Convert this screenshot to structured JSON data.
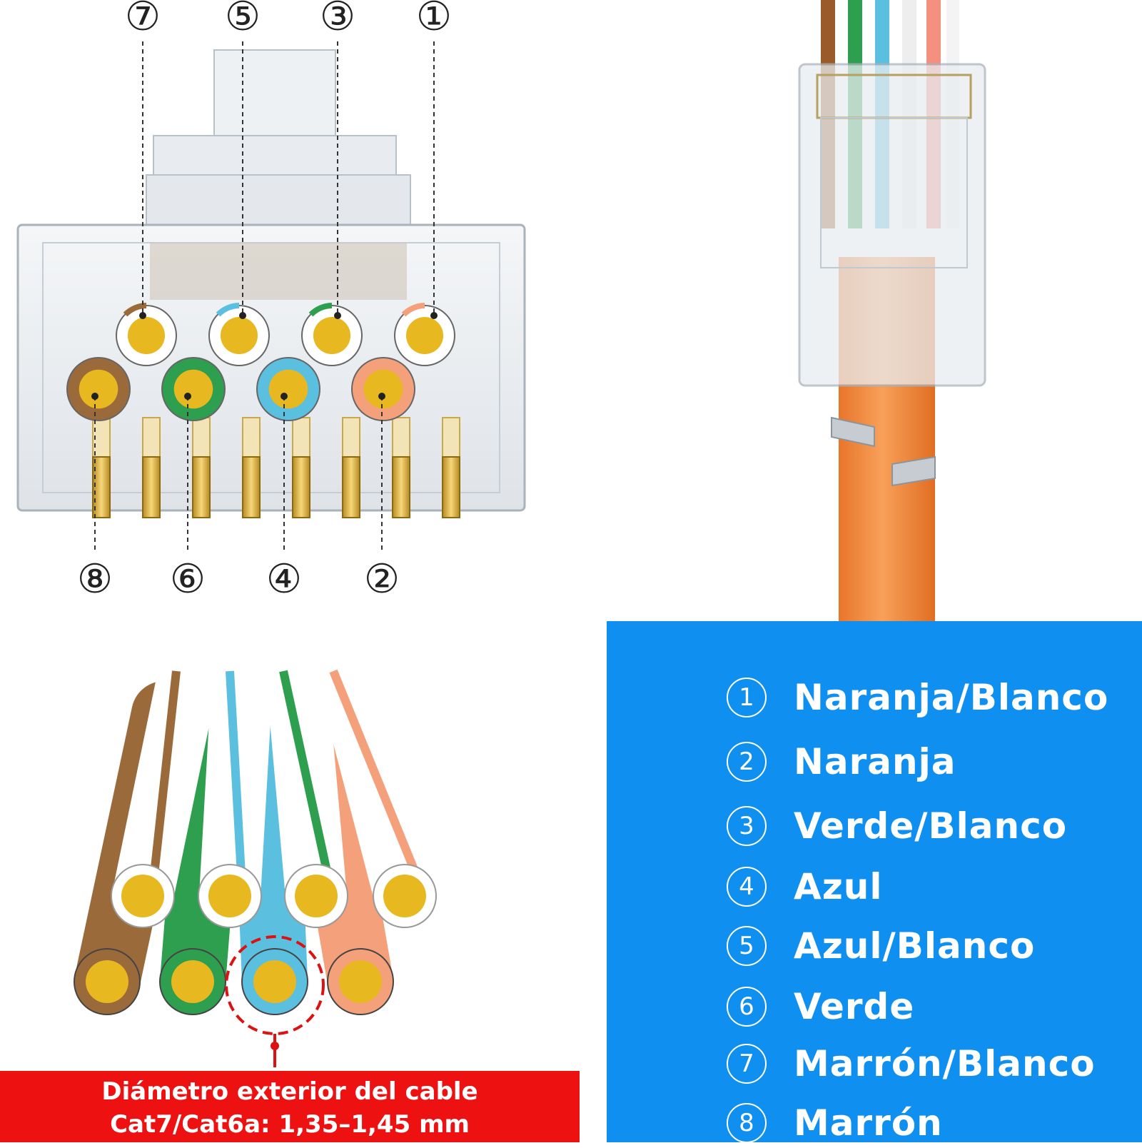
{
  "pin_callouts": {
    "top": [
      "⑦",
      "⑤",
      "③",
      "①"
    ],
    "bottom": [
      "⑧",
      "⑥",
      "④",
      "②"
    ]
  },
  "legend": {
    "items": [
      {
        "num": "1",
        "label": "Naranja/Blanco",
        "color": "#f4a07a",
        "striped": true
      },
      {
        "num": "2",
        "label": "Naranja",
        "color": "#f4a07a",
        "striped": false
      },
      {
        "num": "3",
        "label": "Verde/Blanco",
        "color": "#2e9e4f",
        "striped": true
      },
      {
        "num": "4",
        "label": "Azul",
        "color": "#5bbfe0",
        "striped": false
      },
      {
        "num": "5",
        "label": "Azul/Blanco",
        "color": "#5bbfe0",
        "striped": true
      },
      {
        "num": "6",
        "label": "Verde",
        "color": "#2e9e4f",
        "striped": false
      },
      {
        "num": "7",
        "label": "Marrón/Blanco",
        "color": "#9a6a3a",
        "striped": true
      },
      {
        "num": "8",
        "label": "Marrón",
        "color": "#9a6a3a",
        "striped": false
      }
    ]
  },
  "caption": {
    "line1": "Diámetro exterior del cable",
    "line2": "Cat7/Cat6a: 1,35–1,45 mm"
  },
  "colors": {
    "legend_bg": "#0f8ff0",
    "caption_bg": "#ee1111",
    "cable_jacket": "#f58a3a",
    "conductor_gold": "#e8b820"
  }
}
